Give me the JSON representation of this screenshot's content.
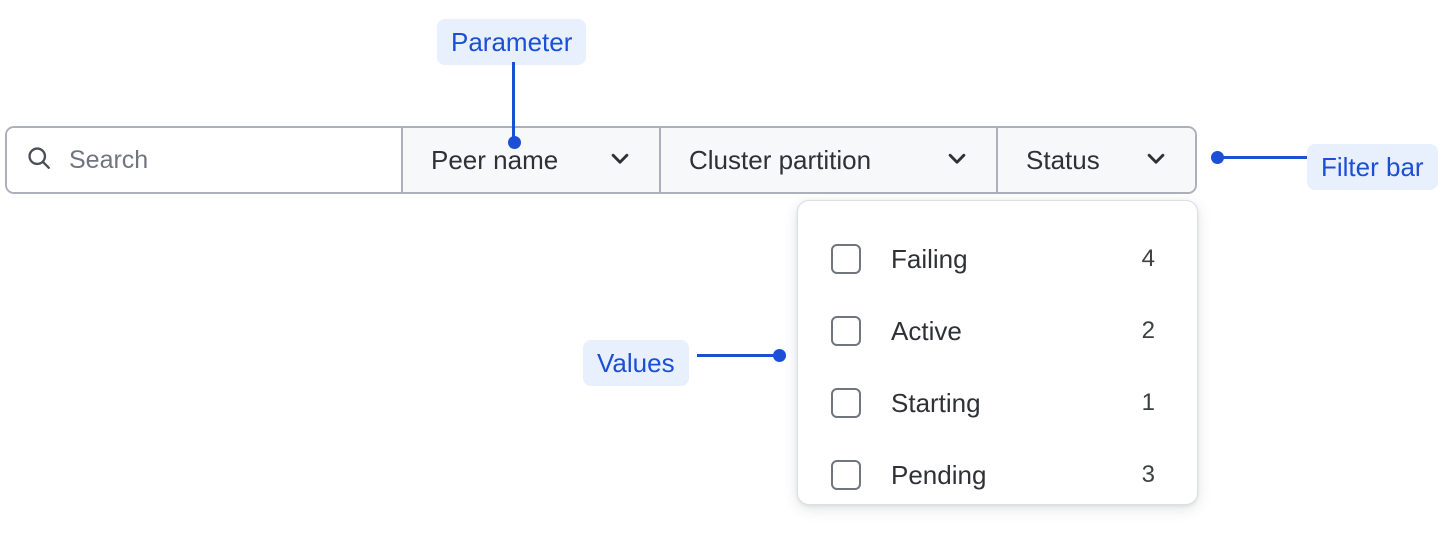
{
  "filter_bar": {
    "search": {
      "placeholder": "Search",
      "value": "",
      "icon": "search-icon"
    },
    "dropdowns": [
      {
        "label": "Peer name",
        "icon": "chevron-down-icon"
      },
      {
        "label": "Cluster partition",
        "icon": "chevron-down-icon"
      },
      {
        "label": "Status",
        "icon": "chevron-down-icon"
      }
    ]
  },
  "status_dropdown": {
    "open_for": "Status",
    "options": [
      {
        "label": "Failing",
        "count": "4",
        "checked": false
      },
      {
        "label": "Active",
        "count": "2",
        "checked": false
      },
      {
        "label": "Starting",
        "count": "1",
        "checked": false
      },
      {
        "label": "Pending",
        "count": "3",
        "checked": false
      }
    ]
  },
  "annotations": [
    {
      "label": "Parameter",
      "target": "peer-name-dropdown"
    },
    {
      "label": "Values",
      "target": "status-dropdown-options"
    },
    {
      "label": "Filter bar",
      "target": "filter-bar"
    }
  ],
  "colors": {
    "annotation_text": "#1a4fd6",
    "annotation_chip_bg": "#e8f0fe",
    "bar_border": "#adb0bc",
    "segment_bg": "#f7f8f9",
    "text": "#2f3136",
    "placeholder": "#70757e"
  }
}
